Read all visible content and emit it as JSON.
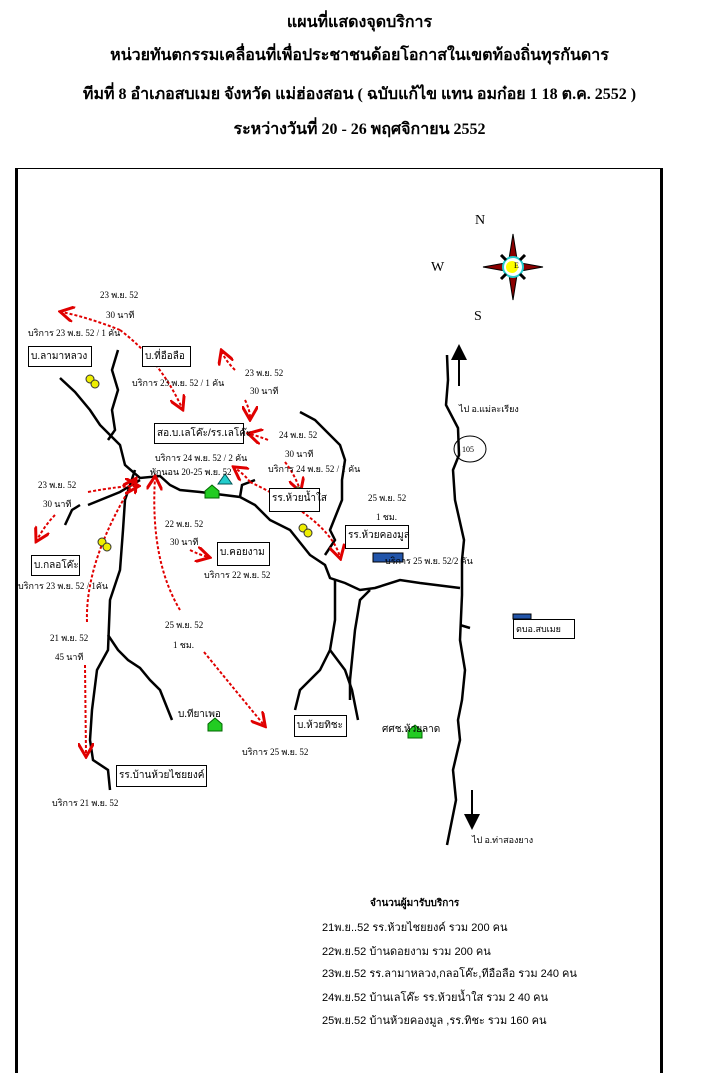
{
  "title": {
    "line1": "แผนที่แสดงจุดบริการ",
    "line2": "หน่วยทันตกรรมเคลื่อนที่เพื่อประชาชนด้อยโอกาสในเขตท้องถิ่นทุรกันดาร",
    "line3": "ทีมที่ 8  อำเภอสบเมย จังหวัด แม่ฮ่องสอน ( ฉบับแก้ไข แทน อมก๋อย 1  18 ต.ค. 2552 )",
    "line4": "ระหว่างวันที่ 20  - 26  พฤศจิกายน   2552"
  },
  "compass": {
    "n": "N",
    "w": "W",
    "s": "S",
    "e": "E"
  },
  "places": {
    "lamaluang": "บ.ลามาหลวง",
    "thiuelue": "บ.ที่อือลือ",
    "leko": "สอ.บ.เลโค๊ะ/รร.เลโค๊ะ",
    "huainamsai": "รร.ห้วยน้ำใส",
    "huaikongmun": "รร.ห้วยคองมูล",
    "koingam": "บ.คอยงาม",
    "klokho": "บ.กลอโค๊ะ",
    "thiyaphoe": "บ.ทียาเพอ",
    "huaithicha": "บ.ห้วยทิชะ",
    "huailat": "ศศช.ห้วยลาด",
    "huaichaiyong": "รร.บ้านห้วยไชยยงค์",
    "sopmoei": "ตบอ.สบเมย"
  },
  "labels": {
    "l1": "23 พ.ย. 52",
    "l2": "30 นาที",
    "l3": "บริการ 23 พ.ย. 52 / 1 คัน",
    "l4": "บริการ 23 พ.ย. 52 / 1 คัน",
    "l5": "23 พ.ย. 52",
    "l6": "30 นาที",
    "l7": "บริการ 24 พ.ย. 52 / 2 คัน",
    "l8": "พักนอน 20-25 พ.ย. 52",
    "l9": "24 พ.ย. 52",
    "l10": "30 นาที",
    "l11": "บริการ 24 พ.ย. 52 / 1 คัน",
    "l12": "25 พ.ย. 52",
    "l13": "1 ชม.",
    "l14": "บริการ 25 พ.ย. 52/2 คัน",
    "l15": "23 พ.ย. 52",
    "l16": "30 นาที",
    "l17": "22 พ.ย. 52",
    "l18": "30 นาที",
    "l19": "บริการ 22 พ.ย. 52",
    "l20": "บริการ 23 พ.ย. 52 / 1คัน",
    "l21": "25 พ.ย. 52",
    "l22": "1 ชม.",
    "l23": "21 พ.ย. 52",
    "l24": "45 นาที",
    "l25": "บริการ 25 พ.ย. 52",
    "l26": "บริการ 21 พ.ย. 52"
  },
  "roads": {
    "to_north": "ไป อ.แม่ละเรียง",
    "route": "105",
    "to_south": "ไป อ.ท่าสองยาง"
  },
  "summary": {
    "title": "จำนวนผู้มารับบริการ",
    "rows": [
      "21พ.ย..52  รร.ห้วยไชยยงค์    รวม 200 คน",
      "22พ.ย.52   บ้านดอยงาม รวม 200 คน",
      "23พ.ย.52  รร.ลามาหลวง,กลอโค๊ะ,ทีอือลือ รวม   240 คน",
      "24พ.ย.52   บ้านเลโค๊ะ รร.ห้วยน้ำใส รวม 2          40 คน",
      "25พ.ย.52  บ้านห้วยคองมูล ,รร.ทิชะ รวม            160 คน"
    ]
  },
  "colors": {
    "arrow": "#e00000",
    "house": "#22cc22",
    "road": "#000000"
  }
}
